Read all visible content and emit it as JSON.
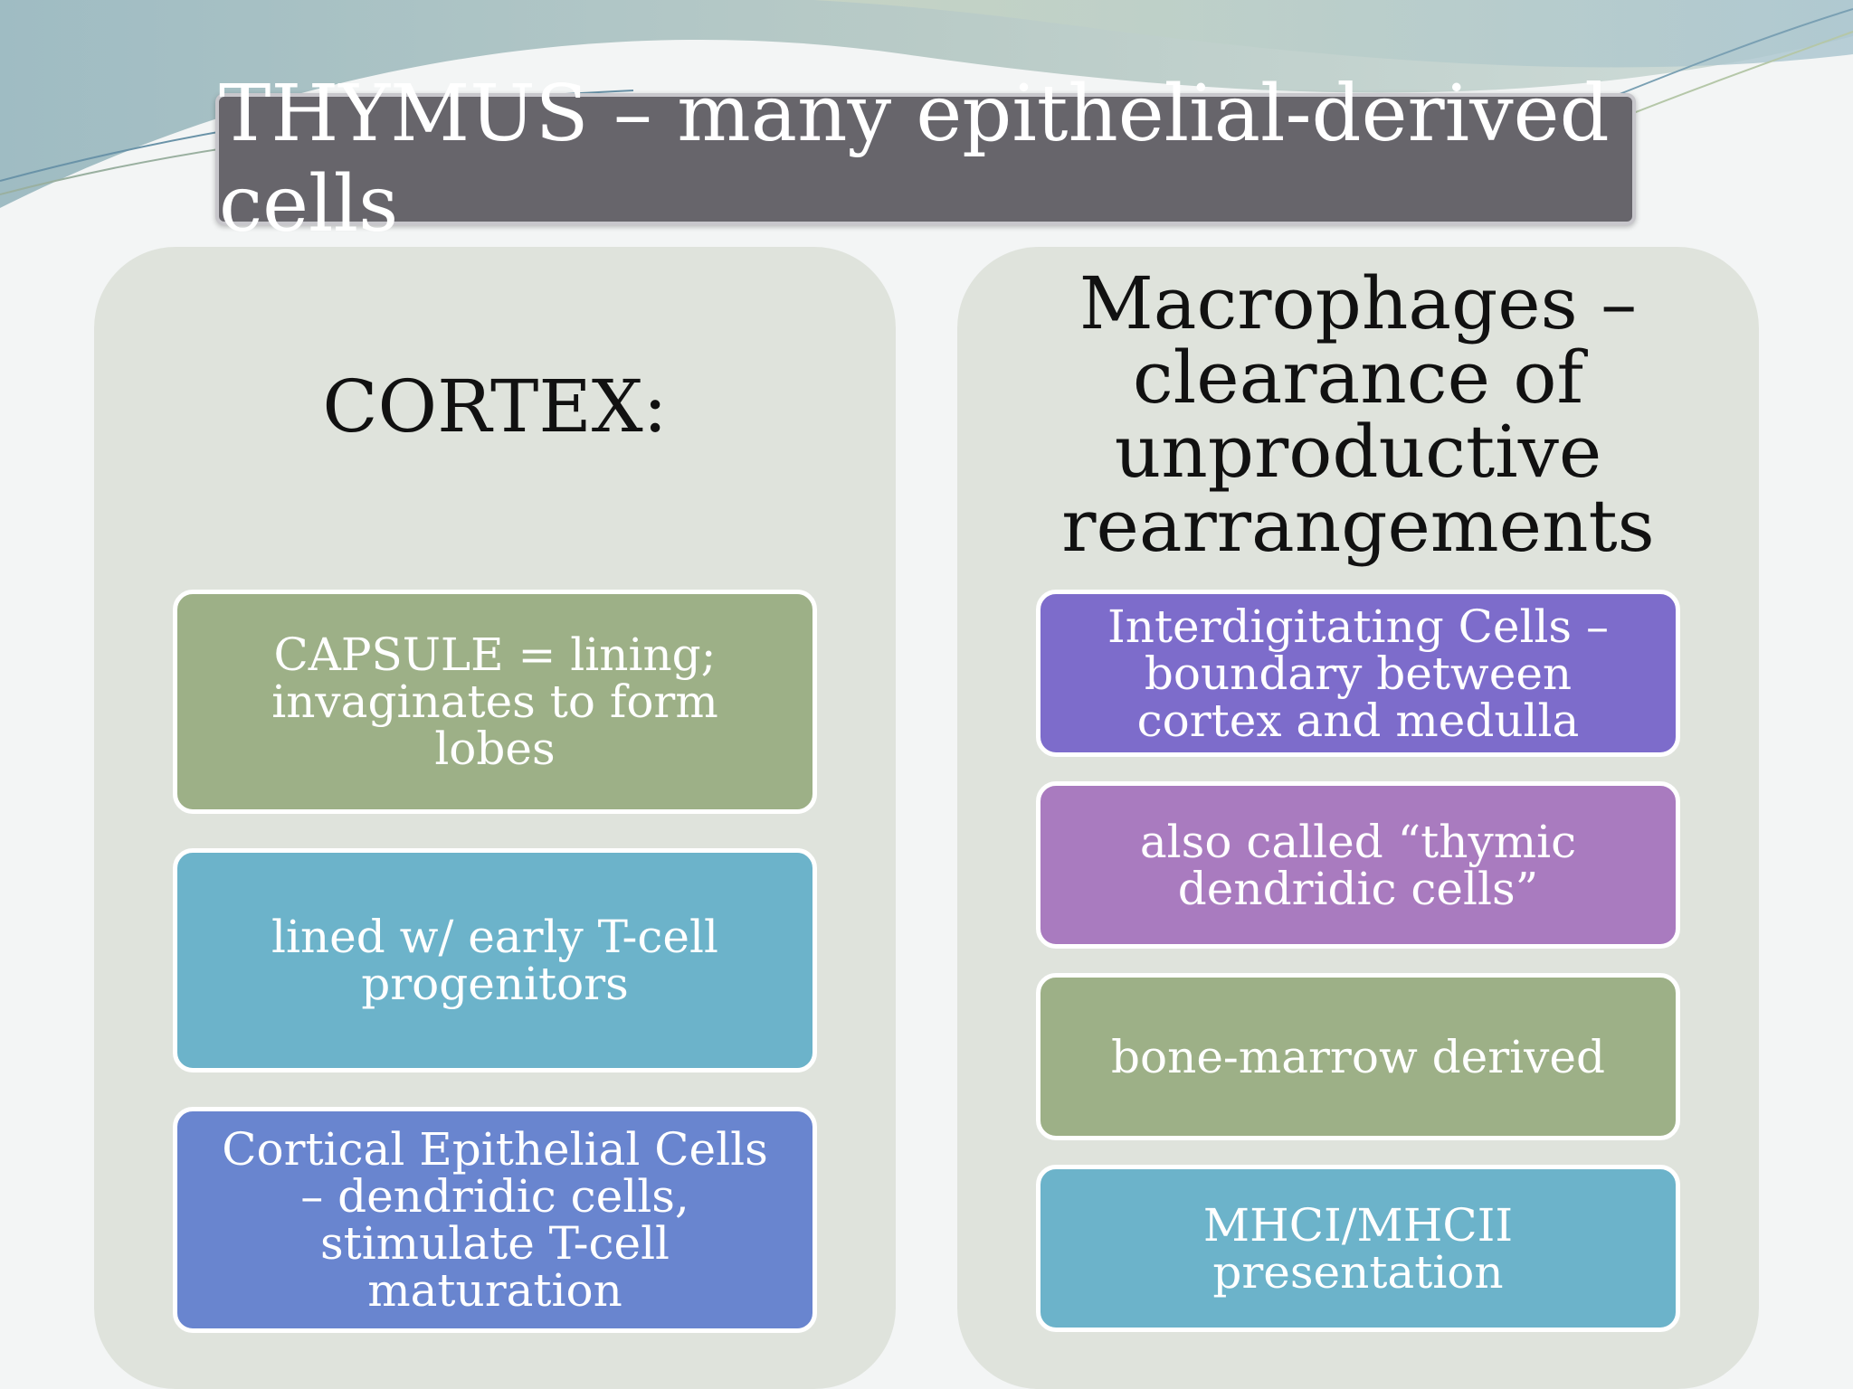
{
  "title": "THYMUS – many epithelial-derived cells",
  "left_panel": {
    "heading": "CORTEX:",
    "boxes": [
      {
        "text": "CAPSULE = lining; invaginates to form lobes",
        "color": "#9db087"
      },
      {
        "text": "lined w/ early T-cell progenitors",
        "color": "#6cb3ca"
      },
      {
        "text": "Cortical Epithelial Cells – dendridic cells, stimulate T-cell maturation",
        "color": "#6985cf"
      }
    ]
  },
  "right_panel": {
    "heading": "Macrophages – clearance of unproductive rearrangements",
    "boxes": [
      {
        "text": "Interdigitating Cells – boundary between cortex and medulla",
        "color": "#7d6ccb"
      },
      {
        "text": "also called “thymic dendridic cells”",
        "color": "#a97bbf"
      },
      {
        "text": "bone-marrow derived",
        "color": "#9db087"
      },
      {
        "text": "MHCI/MHCII presentation",
        "color": "#6cb3ca"
      }
    ]
  }
}
